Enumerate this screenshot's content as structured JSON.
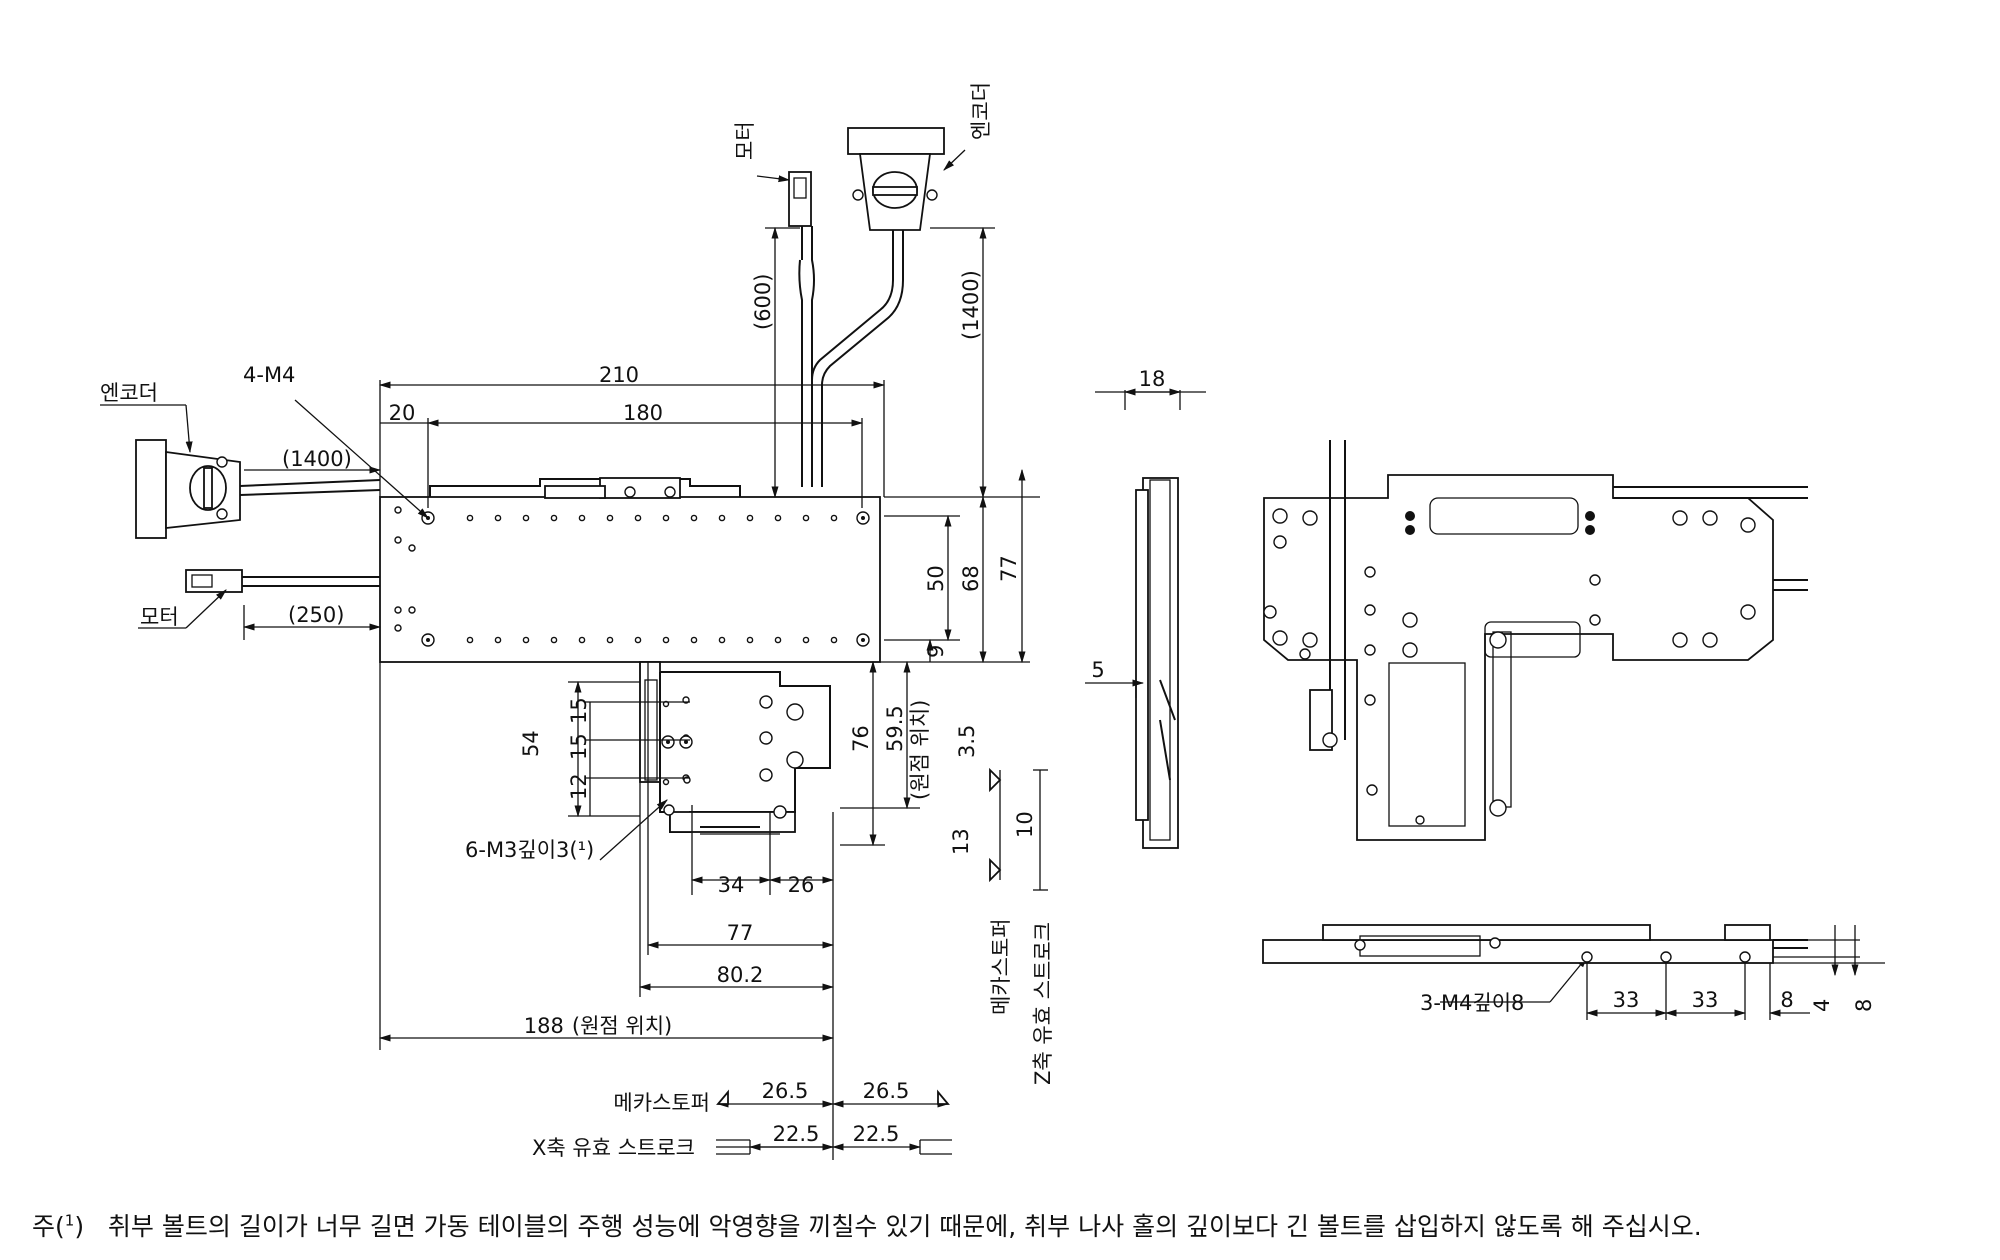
{
  "callouts": {
    "motor": "모터",
    "encoder": "엔코더",
    "holes_top": "4-M4",
    "holes_table": "6-M3깊이3(¹)",
    "holes_side": "3-M4깊이8"
  },
  "dimensions": {
    "cable_motor_top": "(600)",
    "cable_encoder_top": "(1400)",
    "cable_encoder_left": "(1400)",
    "cable_motor_left": "(250)",
    "d210": "210",
    "d180": "180",
    "d20": "20",
    "d50": "50",
    "d68": "68",
    "d77_right": "77",
    "d9": "9",
    "d59_5": "59.5",
    "origin_note": "(원점 위치)",
    "d76": "76",
    "d54": "54",
    "d15_a": "15",
    "d15_b": "15",
    "d12": "12",
    "d3_5": "3.5",
    "d13": "13",
    "d10": "10",
    "d34": "34",
    "d26": "26",
    "d77_bottom": "77",
    "d80_2": "80.2",
    "d188": "188",
    "d26_5_l": "26.5",
    "d26_5_r": "26.5",
    "d22_5_l": "22.5",
    "d22_5_r": "22.5",
    "d18": "18",
    "d5": "5",
    "d33_a": "33",
    "d33_b": "33",
    "d8_h": "8",
    "d4_v": "4",
    "d8_v": "8"
  },
  "labels": {
    "mechastopper": "메카스토퍼",
    "x_stroke": "X축 유효 스트로크",
    "z_mechastopper": "메카스토퍼",
    "z_stroke": "Z축 유효 스트로크"
  },
  "note": {
    "prefix": "주(",
    "sup": "1",
    "suffix": ")",
    "text": "취부 볼트의 길이가 너무 길면 가동 테이블의 주행 성능에 악영향을 끼칠수 있기 때문에, 취부 나사 홀의 깊이보다 긴 볼트를 삽입하지 않도록 해 주십시오."
  }
}
